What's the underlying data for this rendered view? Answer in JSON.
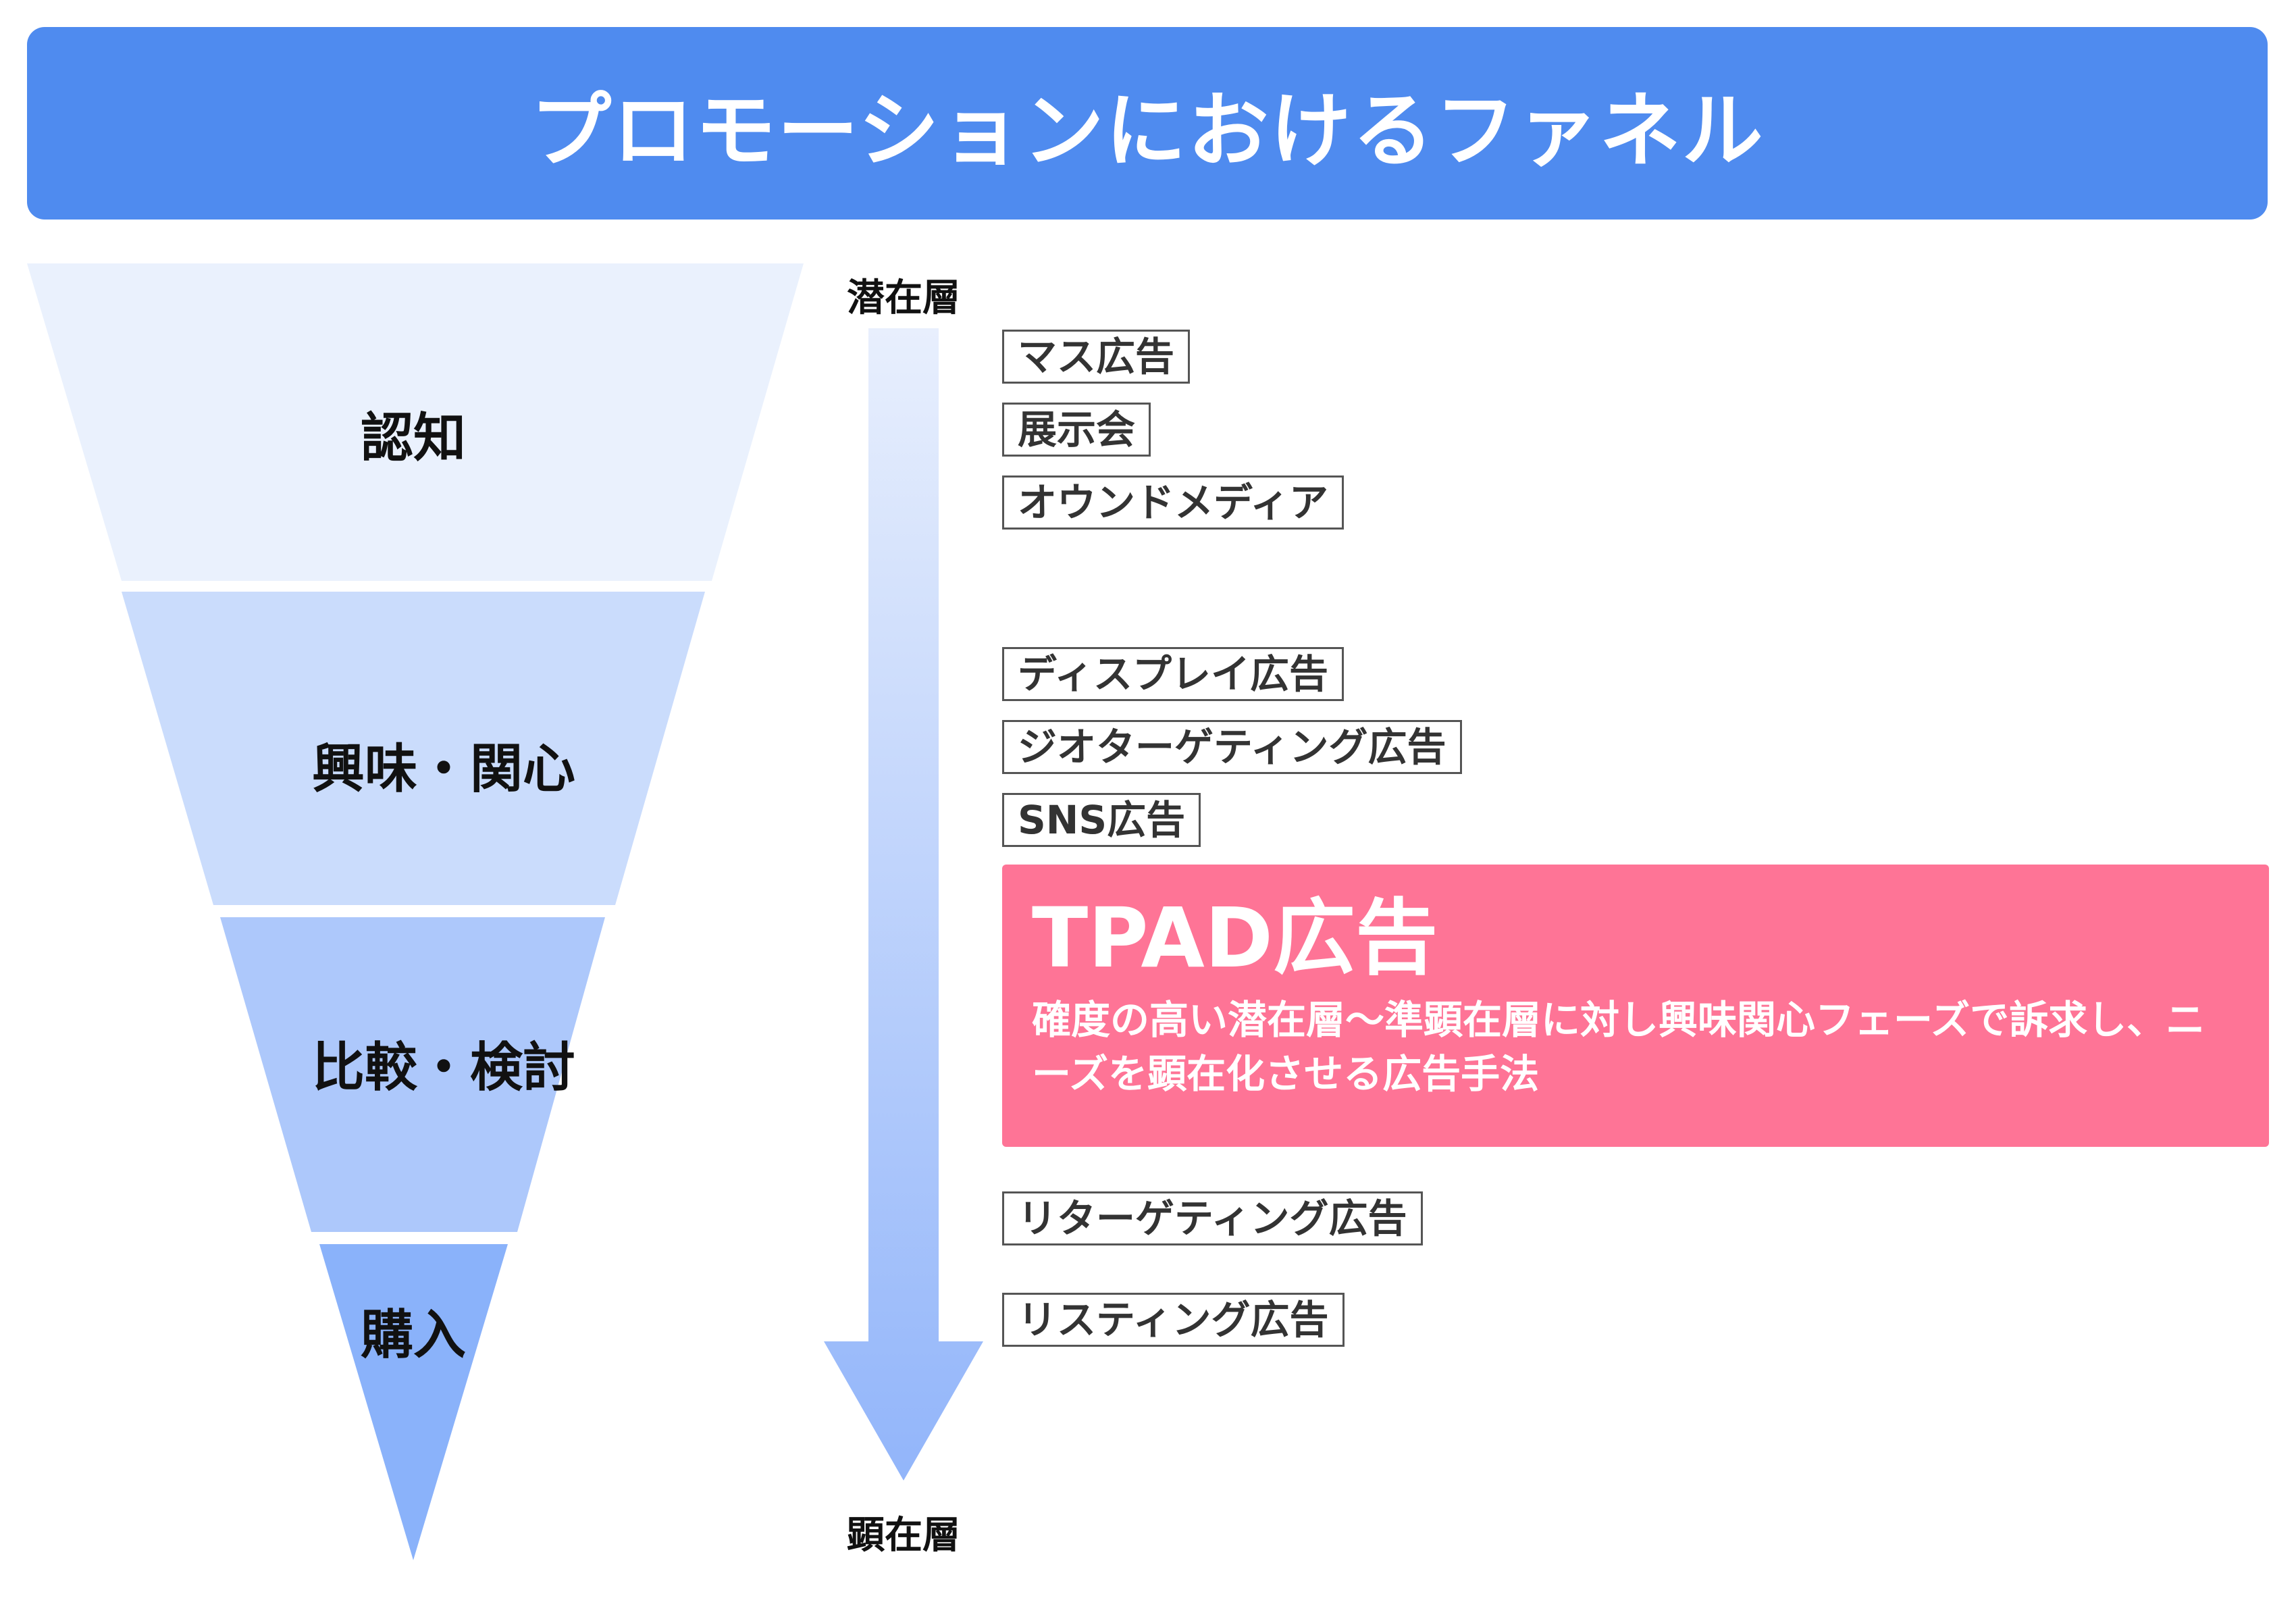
{
  "title": "プロモーションにおけるファネル",
  "colors": {
    "title_bg": "#4f8bef",
    "stage_awareness": "#eaf1fd",
    "stage_interest": "#cadcfc",
    "stage_comparison": "#adc8fb",
    "stage_purchase": "#8ab2fa",
    "arrow_top": "#e8effd",
    "arrow_bottom": "#92b5fa",
    "highlight_bg": "#fe7496"
  },
  "funnel": {
    "stages": [
      {
        "label": "認知"
      },
      {
        "label": "興味・関心"
      },
      {
        "label": "比較・検討"
      },
      {
        "label": "購入"
      }
    ]
  },
  "axis": {
    "top_label": "潜在層",
    "bottom_label": "顕在層"
  },
  "channels": [
    {
      "label": "マス広告"
    },
    {
      "label": "展示会"
    },
    {
      "label": "オウンドメディア"
    },
    {
      "label": "ディスプレイ広告"
    },
    {
      "label": "ジオターゲティング広告"
    },
    {
      "label": "SNS広告"
    },
    {
      "label": "リターゲティング広告"
    },
    {
      "label": "リスティング広告"
    }
  ],
  "highlight": {
    "title": "TPAD広告",
    "description": "確度の高い潜在層〜準顕在層に対し興味関心フェーズで訴求し、ニーズを顕在化させる広告手法"
  }
}
